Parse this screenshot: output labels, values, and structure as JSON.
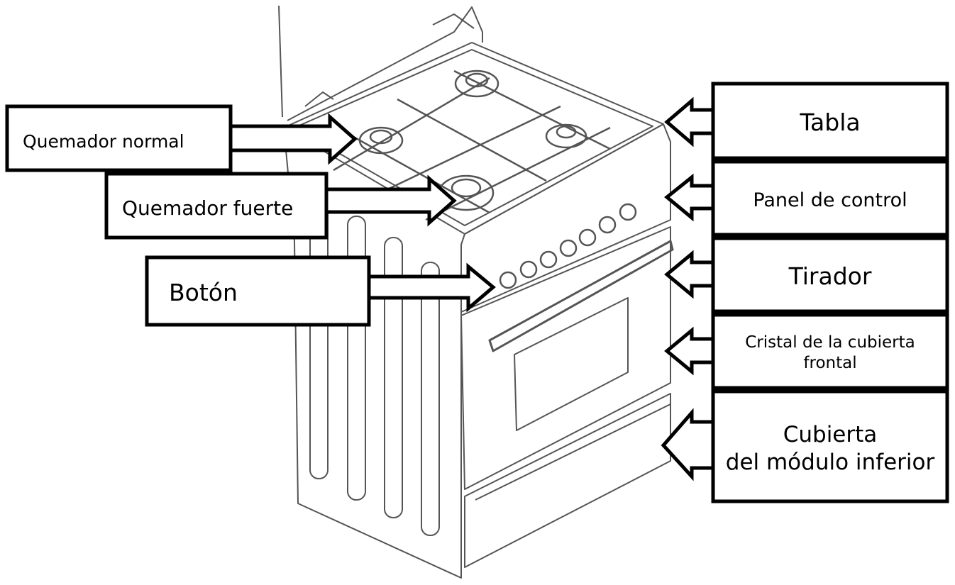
{
  "labels": {
    "quemador_normal": "Quemador normal",
    "quemador_fuerte": "Quemador fuerte",
    "boton": "Botón",
    "tabla": "Tabla",
    "panel_control": "Panel de control",
    "tirador": "Tirador",
    "cristal": "Cristal de la cubierta\nfrontal",
    "cubierta_modulo": "Cubierta\ndel módulo inferior"
  },
  "colors": {
    "ink": "#000000",
    "line": "#555555",
    "paper": "#ffffff"
  }
}
